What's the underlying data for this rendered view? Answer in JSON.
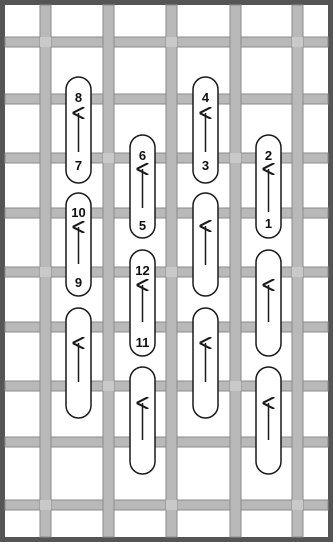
{
  "colors": {
    "background": "#ffffff",
    "frame": "#555555",
    "thread": "#b9b9b9",
    "thread_edge": "#8a8a8a",
    "stitch_fill": "#ffffff",
    "stitch_stroke": "#1a1a1a",
    "arrow": "#1a1a1a"
  },
  "stitch_labels": {
    "n1": "1",
    "n2": "2",
    "n3": "3",
    "n4": "4",
    "n5": "5",
    "n6": "6",
    "n7": "7",
    "n8": "8",
    "n9": "9",
    "n10": "10",
    "n11": "11",
    "n12": "12"
  }
}
